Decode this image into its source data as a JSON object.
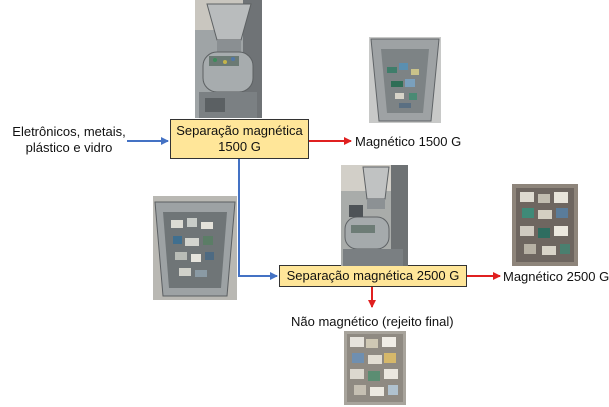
{
  "input": {
    "line1": "Eletrônicos, metais,",
    "line2": "plástico e vidro"
  },
  "stage1": {
    "line1": "Separação magnética",
    "line2": "1500 G"
  },
  "stage2": {
    "label": "Separação magnética 2500 G"
  },
  "outputs": {
    "magnetic_1500": "Magnético 1500 G",
    "magnetic_2500": "Magnético 2500 G",
    "non_magnetic": "Não magnético (rejeito final)"
  },
  "colors": {
    "box_fill": "#ffe699",
    "flow_arrow": "#4472c4",
    "output_arrow": "#e02020"
  },
  "photos": [
    {
      "name": "photo-separator-1500"
    },
    {
      "name": "photo-magnetic-1500"
    },
    {
      "name": "photo-intermediate-bin"
    },
    {
      "name": "photo-separator-2500"
    },
    {
      "name": "photo-magnetic-2500"
    },
    {
      "name": "photo-nonmagnetic-reject"
    }
  ]
}
